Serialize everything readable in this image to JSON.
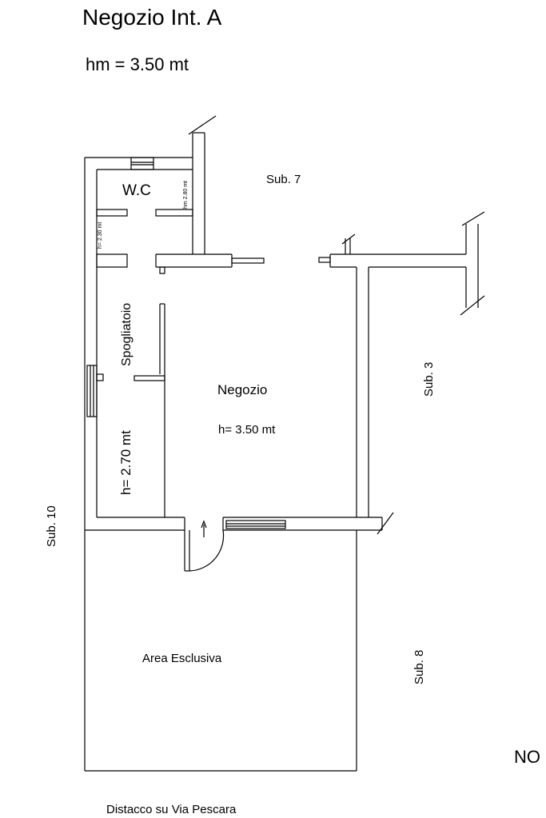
{
  "title": "Negozio Int. A",
  "subtitle": "hm = 3.50 mt",
  "labels": {
    "sub7": "Sub. 7",
    "wc": "W.C",
    "hm_wc": "hm 2.80 mt",
    "hm_small": "h= 2.30 mt",
    "spogliatoio": "Spogliatoio",
    "sub3": "Sub. 3",
    "negozio": "Negozio",
    "h_negozio": "h= 3.50 mt",
    "h_spogliatoio": "h= 2.70 mt",
    "sub10": "Sub. 10",
    "area": "Area Esclusiva",
    "sub8": "Sub. 8",
    "north": "NO",
    "distacco": "Distacco su Via Pescara"
  },
  "colors": {
    "line": "#000000",
    "background": "#ffffff"
  }
}
